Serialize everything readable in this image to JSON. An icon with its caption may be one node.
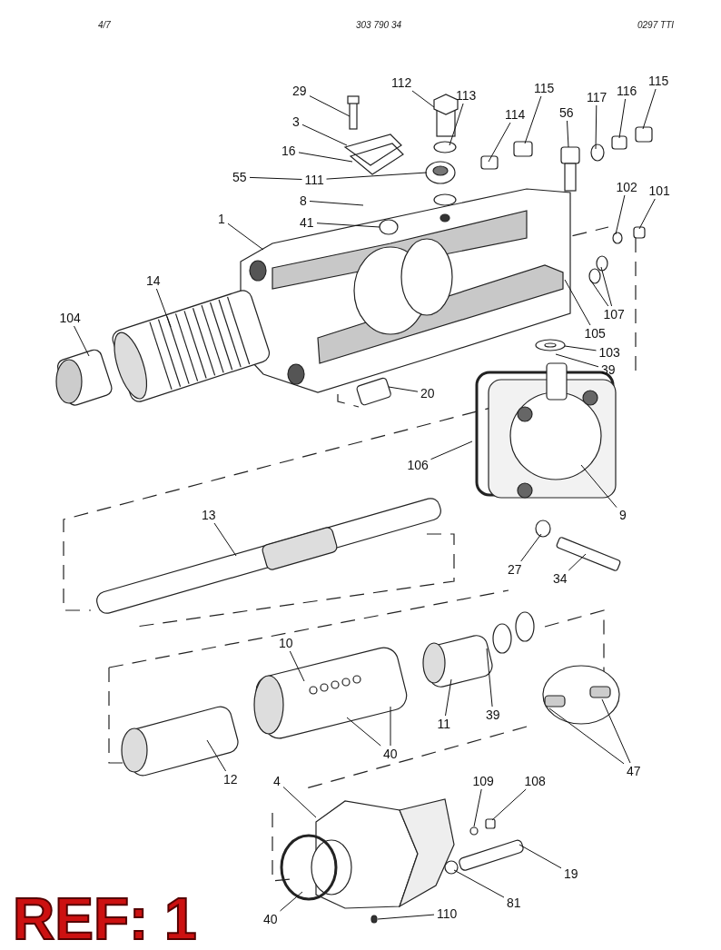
{
  "diagram": {
    "nodes": [
      {
        "text": [
          "29"
        ]
      },
      {
        "text": [
          "112"
        ]
      },
      {
        "text": [
          "113"
        ]
      },
      {
        "text": [
          "115"
        ]
      },
      {
        "text": [
          "114"
        ]
      },
      {
        "text": [
          "56"
        ]
      },
      {
        "text": [
          "117"
        ]
      },
      {
        "text": [
          "116"
        ]
      },
      {
        "text": [
          "115"
        ]
      },
      {
        "text": [
          "3"
        ]
      },
      {
        "text": [
          "16"
        ]
      },
      {
        "text": [
          "55"
        ]
      },
      {
        "text": [
          "111"
        ]
      },
      {
        "text": [
          "102"
        ]
      },
      {
        "text": [
          "101"
        ]
      },
      {
        "text": [
          "8"
        ]
      },
      {
        "text": [
          "41"
        ]
      },
      {
        "text": [
          "1"
        ]
      },
      {
        "text": [
          "14"
        ]
      },
      {
        "text": [
          "104"
        ]
      },
      {
        "text": [
          "107"
        ]
      },
      {
        "text": [
          "105"
        ]
      },
      {
        "text": [
          "103"
        ]
      },
      {
        "text": [
          "39"
        ]
      },
      {
        "text": [
          "20"
        ]
      },
      {
        "text": [
          "106"
        ]
      },
      {
        "text": [
          "9"
        ]
      },
      {
        "text": [
          "13"
        ]
      },
      {
        "text": [
          "27"
        ]
      },
      {
        "text": [
          "34"
        ]
      },
      {
        "text": [
          "10"
        ]
      },
      {
        "text": [
          "11"
        ]
      },
      {
        "text": [
          "39"
        ]
      },
      {
        "text": [
          "47"
        ]
      },
      {
        "text": [
          "12"
        ]
      },
      {
        "text": [
          "40"
        ]
      },
      {
        "text": [
          "4"
        ]
      },
      {
        "text": [
          "109"
        ]
      },
      {
        "text": [
          "108"
        ]
      },
      {
        "text": [
          "19"
        ]
      },
      {
        "text": [
          "81"
        ]
      },
      {
        "text": [
          "40"
        ]
      },
      {
        "text": [
          "110"
        ]
      }
    ],
    "edges": [
      {
        "from": 0,
        "to": null,
        "arrow": "none"
      },
      {
        "from": 1,
        "to": null,
        "arrow": "none"
      },
      {
        "from": 2,
        "to": null,
        "arrow": "none"
      },
      {
        "from": 3,
        "to": null,
        "arrow": "none"
      },
      {
        "from": 4,
        "to": null,
        "arrow": "none"
      },
      {
        "from": 5,
        "to": null,
        "arrow": "none"
      },
      {
        "from": 6,
        "to": null,
        "arrow": "none"
      },
      {
        "from": 7,
        "to": null,
        "arrow": "none"
      },
      {
        "from": 8,
        "to": null,
        "arrow": "none"
      },
      {
        "from": 9,
        "to": null,
        "arrow": "none"
      },
      {
        "from": 10,
        "to": null,
        "arrow": "none"
      },
      {
        "from": 11,
        "to": 12,
        "arrow": "none"
      },
      {
        "from": 12,
        "to": null,
        "arrow": "none"
      },
      {
        "from": 13,
        "to": null,
        "arrow": "none"
      },
      {
        "from": 14,
        "to": null,
        "arrow": "none"
      },
      {
        "from": 15,
        "to": null,
        "arrow": "none"
      },
      {
        "from": 16,
        "to": null,
        "arrow": "none"
      },
      {
        "from": 17,
        "to": null,
        "arrow": "none"
      },
      {
        "from": 18,
        "to": null,
        "arrow": "none"
      },
      {
        "from": 19,
        "to": null,
        "arrow": "none"
      },
      {
        "from": 20,
        "to": null,
        "arrow": "none"
      },
      {
        "from": 20,
        "to": null,
        "arrow": "none"
      },
      {
        "from": 21,
        "to": null,
        "arrow": "none"
      },
      {
        "from": 22,
        "to": null,
        "arrow": "none"
      },
      {
        "from": 23,
        "to": null,
        "arrow": "none"
      },
      {
        "from": 24,
        "to": null,
        "arrow": "none"
      },
      {
        "from": 25,
        "to": null,
        "arrow": "none"
      },
      {
        "from": 26,
        "to": null,
        "arrow": "none"
      },
      {
        "from": 27,
        "to": null,
        "arrow": "none"
      },
      {
        "from": 28,
        "to": null,
        "arrow": "none"
      },
      {
        "from": 29,
        "to": null,
        "arrow": "none"
      },
      {
        "from": 30,
        "to": null,
        "arrow": "none"
      },
      {
        "from": 31,
        "to": null,
        "arrow": "none"
      },
      {
        "from": 32,
        "to": null,
        "arrow": "none"
      },
      {
        "from": 33,
        "to": null,
        "arrow": "none"
      },
      {
        "from": 33,
        "to": null,
        "arrow": "none"
      },
      {
        "from": 34,
        "to": null,
        "arrow": "none"
      },
      {
        "from": 35,
        "to": null,
        "arrow": "none"
      },
      {
        "from": 35,
        "to": null,
        "arrow": "none"
      },
      {
        "from": 36,
        "to": null,
        "arrow": "none"
      },
      {
        "from": 37,
        "to": null,
        "arrow": "none"
      },
      {
        "from": 38,
        "to": null,
        "arrow": "none"
      },
      {
        "from": 39,
        "to": null,
        "arrow": "none"
      },
      {
        "from": 40,
        "to": null,
        "arrow": "none"
      },
      {
        "from": 41,
        "to": null,
        "arrow": "none"
      },
      {
        "from": 42,
        "to": null,
        "arrow": "none"
      }
    ],
    "labels": [
      "4/7",
      "303 790 34",
      "0297 TTI",
      "REF: 1"
    ]
  }
}
